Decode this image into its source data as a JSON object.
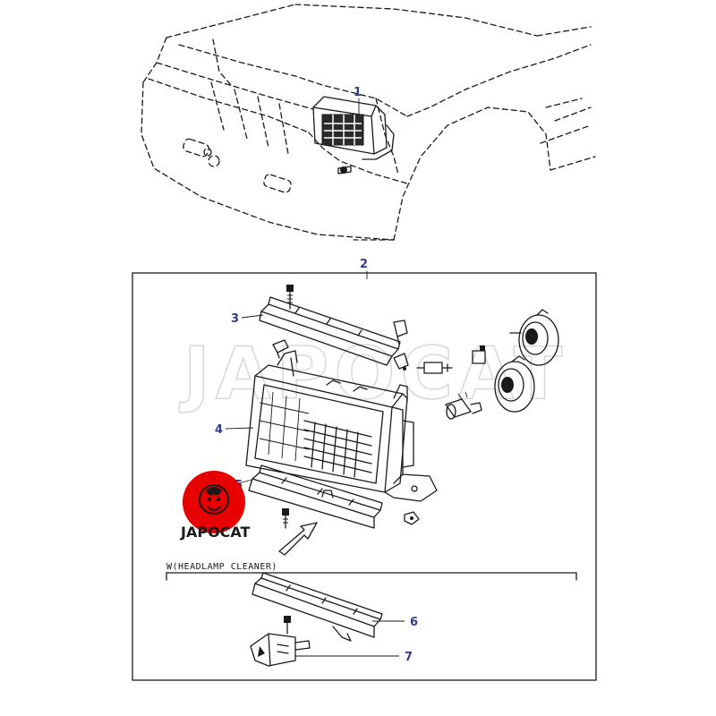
{
  "callouts": [
    "1",
    "2",
    "3",
    "4",
    "5",
    "6",
    "7"
  ],
  "variant_note": "W(HEADLAMP CLEANER)",
  "watermark": "JAPOCAT",
  "logo_text": "JAPOCAT",
  "colors": {
    "callout": "#2f3d8f",
    "logo": "#e60000",
    "line": "#1a1a1a",
    "watermark": "#d8d8d8"
  }
}
